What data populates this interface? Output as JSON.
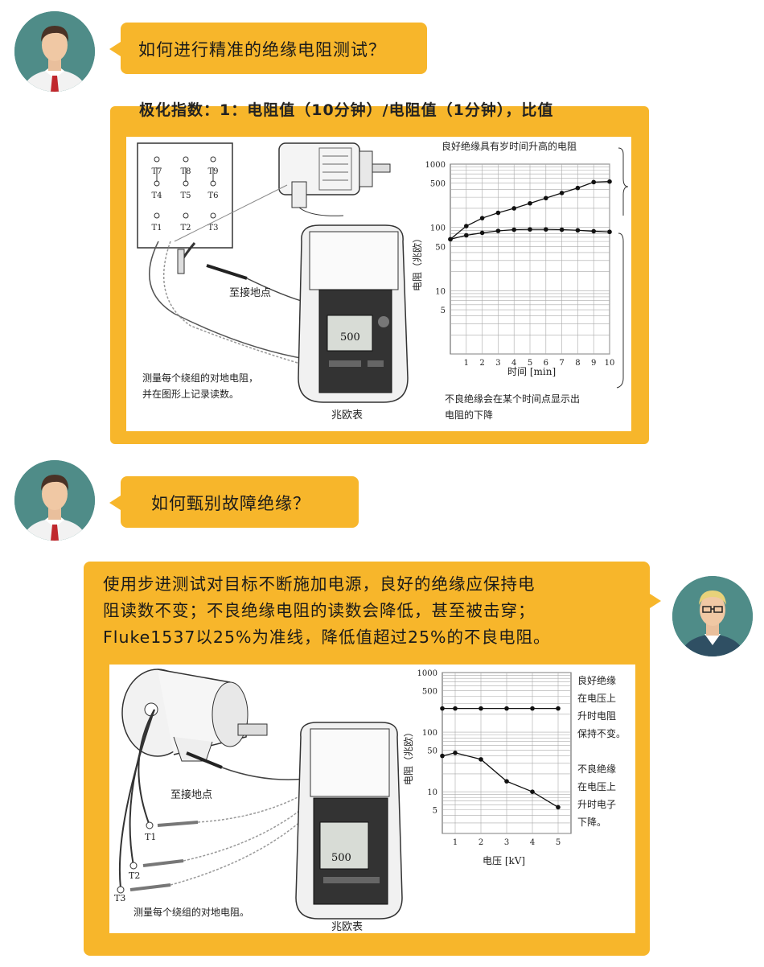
{
  "chat": [
    {
      "role": "user",
      "text": "如何进行精准的绝缘电阻测试？"
    },
    {
      "role": "user",
      "text": "如何甄别故障绝缘？"
    },
    {
      "role": "expert",
      "lines": [
        "使用步进测试对目标不断施加电源，良好的绝缘应保持电",
        "阻读数不变；不良绝缘电阻的读数会降低，甚至被击穿；",
        "Fluke1537以25%为准线，降低值超过25%的不良电阻。"
      ]
    }
  ],
  "figure1": {
    "cut_text": "极化指数：1：电阻值（10分钟）/电阻值（1分钟），比值",
    "terminals": [
      "T7",
      "T8",
      "T9",
      "T4",
      "T5",
      "T6",
      "T1",
      "T2",
      "T3"
    ],
    "ground_label": "至接地点",
    "caption_lines": [
      "测量每个绕组的对地电阻，",
      "并在图形上记录读数。"
    ],
    "meter_label": "兆欧表",
    "meter_reading": "500",
    "chart_top_note": "良好绝缘具有岁时间升高的电阻",
    "chart_bottom_note": [
      "不良绝缘会在某个时间点显示出",
      "电阻的下降"
    ]
  },
  "figure2": {
    "ground_label": "至接地点",
    "terminals": [
      "T1",
      "T2",
      "T3"
    ],
    "caption": "测量每个绕组的对地电阻。",
    "meter_label": "兆欧表",
    "meter_reading": "500",
    "note_good": [
      "良好绝缘",
      "在电压上",
      "升时电阻",
      "保持不变。"
    ],
    "note_bad": [
      "不良绝缘",
      "在电压上",
      "升时电子",
      "下降。"
    ]
  },
  "chart_data": [
    {
      "type": "line",
      "title": "",
      "xlabel": "时间 [min]",
      "ylabel": "电阻（兆欧）",
      "y_scale": "log",
      "xlim": [
        0,
        10
      ],
      "ylim": [
        1,
        1000
      ],
      "x_ticks": [
        "1",
        "2",
        "3",
        "4",
        "5",
        "6",
        "7",
        "8",
        "9",
        "10"
      ],
      "y_ticks": [
        "1000",
        "500",
        "100",
        "50",
        "10",
        "5"
      ],
      "grid": true,
      "x": [
        0,
        1,
        2,
        3,
        4,
        5,
        6,
        7,
        8,
        9,
        10
      ],
      "series": [
        {
          "name": "",
          "values": [
            65,
            105,
            140,
            170,
            200,
            240,
            290,
            350,
            420,
            520,
            530
          ]
        },
        {
          "name": "",
          "values": [
            65,
            75,
            82,
            88,
            92,
            93,
            93,
            92,
            90,
            87,
            85
          ]
        }
      ]
    },
    {
      "type": "line",
      "title": "",
      "xlabel": "电压 [kV]",
      "ylabel": "电阻（兆欧）",
      "y_scale": "log",
      "xlim": [
        0.5,
        5.5
      ],
      "ylim": [
        2,
        1000
      ],
      "x_ticks": [
        "1",
        "2",
        "3",
        "4",
        "5"
      ],
      "y_ticks": [
        "1000",
        "500",
        "100",
        "50",
        "10",
        "5"
      ],
      "grid": true,
      "x": [
        0.5,
        1,
        2,
        3,
        4,
        5
      ],
      "series": [
        {
          "name": "",
          "values": [
            250,
            250,
            250,
            250,
            250,
            250
          ]
        },
        {
          "name": "",
          "values": [
            40,
            45,
            35,
            15,
            10,
            5.5
          ]
        }
      ]
    }
  ],
  "colors": {
    "accent": "#f7b62b",
    "avatar_bg": "#4f8c88",
    "tie": "#c0282d"
  }
}
